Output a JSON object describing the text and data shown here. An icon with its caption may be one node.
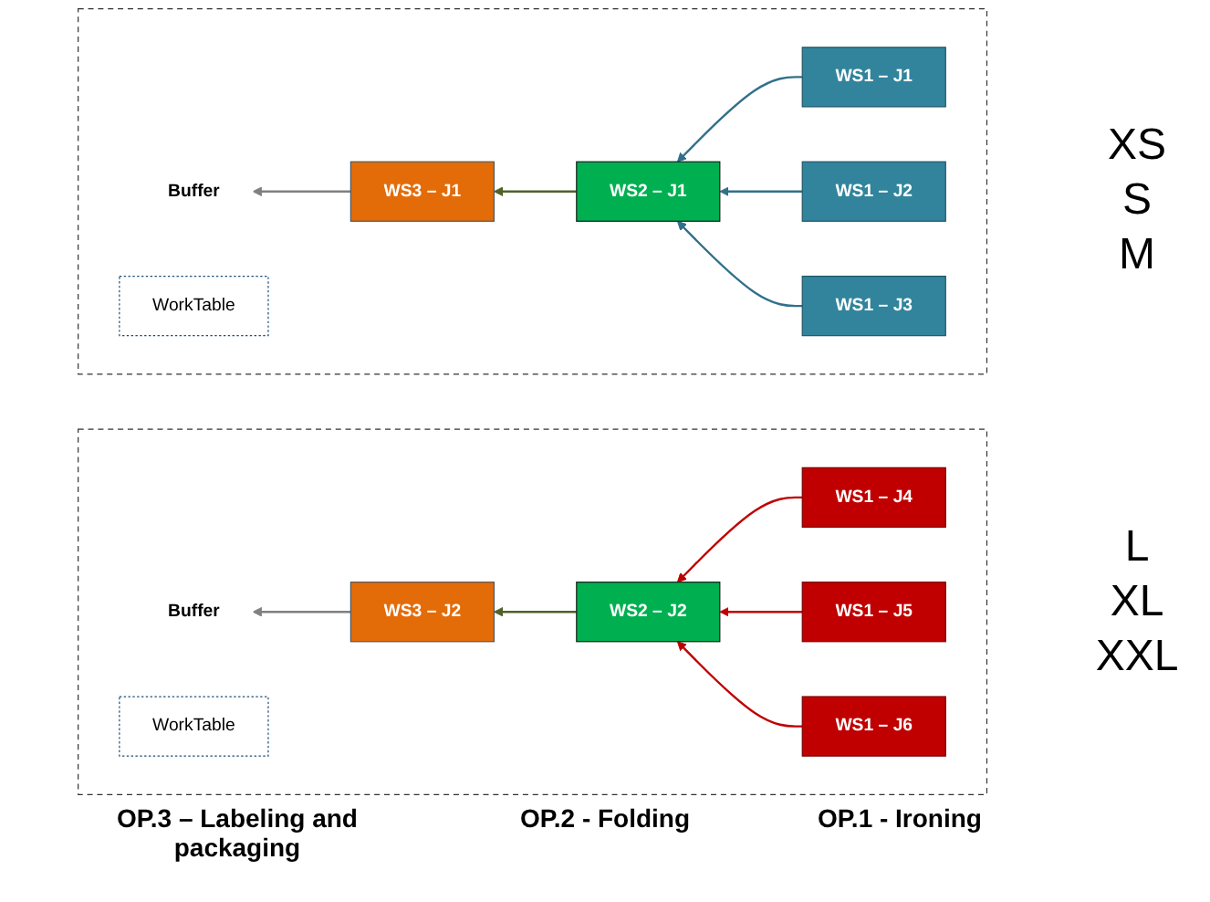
{
  "diagram": {
    "nodes": [
      {
        "text": [],
        "shape": "box"
      },
      {
        "text": [
          "WS1 – J1"
        ],
        "in": 0
      },
      {
        "text": [
          "WS1 – J2"
        ],
        "in": 0
      },
      {
        "text": [
          "WS1 – J3"
        ],
        "in": 0
      },
      {
        "text": [
          "WS2 – J1"
        ],
        "in": 0
      },
      {
        "text": [
          "WorkTable"
        ],
        "in": 0
      },
      {
        "text": [
          "WS3 – J1"
        ],
        "in": 0
      },
      {
        "text": [
          "Buffer"
        ],
        "in": 0
      },
      {
        "text": [],
        "shape": "box"
      },
      {
        "text": [
          "WS1 – J4"
        ],
        "in": 8
      },
      {
        "text": [
          "WS1 – J5"
        ],
        "in": 8
      },
      {
        "text": [
          "WS1 – J6"
        ],
        "in": 8
      },
      {
        "text": [
          "WS2 – J2"
        ],
        "in": 8
      },
      {
        "text": [
          "WorkTable"
        ],
        "in": 8
      },
      {
        "text": [
          "WS3 – J2"
        ],
        "in": 8
      },
      {
        "text": [
          "Buffer"
        ],
        "in": 8
      }
    ],
    "edges": [
      {
        "from": 1,
        "to": 4,
        "arrow": "to",
        "color": "#31708a"
      },
      {
        "from": 2,
        "to": 4,
        "arrow": "to",
        "color": "#31708a"
      },
      {
        "from": 3,
        "to": 4,
        "arrow": "to",
        "color": "#31708a"
      },
      {
        "from": 4,
        "to": 6,
        "arrow": "to",
        "color": "#4f6228"
      },
      {
        "from": 6,
        "to": 7,
        "arrow": "to",
        "color": "#808080"
      },
      {
        "from": 9,
        "to": 12,
        "arrow": "to",
        "color": "#c00000"
      },
      {
        "from": 10,
        "to": 12,
        "arrow": "to",
        "color": "#c00000"
      },
      {
        "from": 11,
        "to": 12,
        "arrow": "to",
        "color": "#c00000"
      },
      {
        "from": 12,
        "to": 14,
        "arrow": "to",
        "color": "#4f6228"
      },
      {
        "from": 14,
        "to": 15,
        "arrow": "to",
        "color": "#808080"
      }
    ],
    "labels": [
      "XS",
      "S",
      "M",
      "L",
      "XL",
      "XXL",
      "OP.3 – Labeling and packaging",
      "OP.2 - Folding",
      "OP.1 - Ironing"
    ]
  }
}
